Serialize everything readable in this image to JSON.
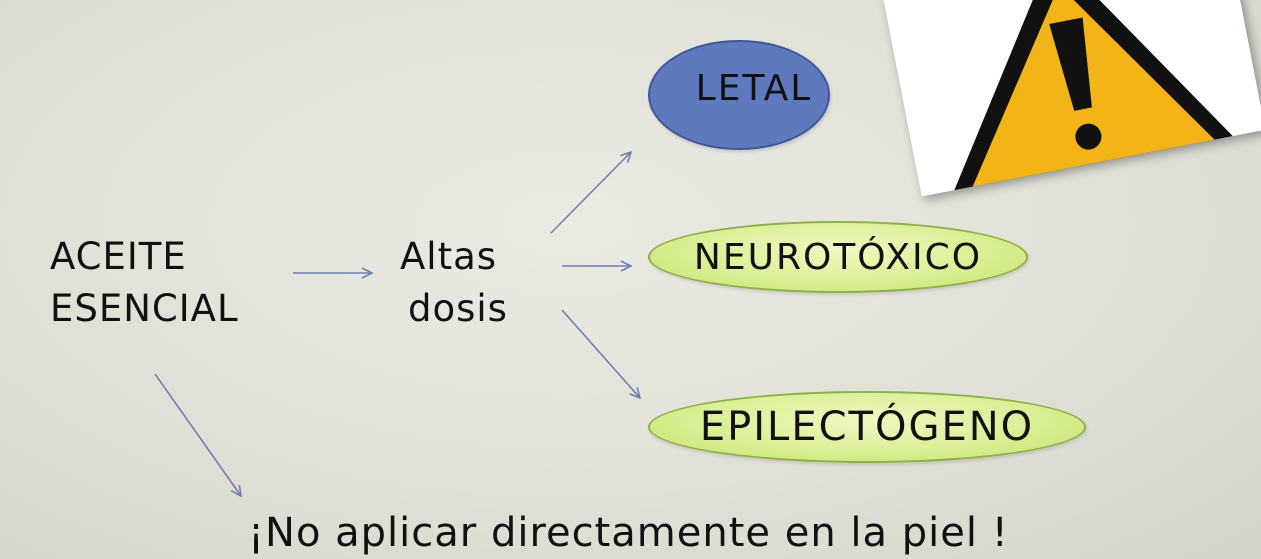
{
  "source": {
    "line1": "ACEITE",
    "line2": "ESENCIAL"
  },
  "dose": {
    "line1": "Altas",
    "line2": "dosis"
  },
  "effects": {
    "letal": "LETAL",
    "neuro": "NEUROTÓXICO",
    "epi": "EPILECTÓGENO"
  },
  "footer": "¡No aplicar directamente en la piel !",
  "icons": {
    "warning": "warning-triangle-icon"
  },
  "colors": {
    "background": "#e3e3da",
    "letal_fill": "#5e79be",
    "effect_fill": "#d9ef94",
    "arrow": "#6e7fb0",
    "warning_yellow": "#f2b417"
  }
}
